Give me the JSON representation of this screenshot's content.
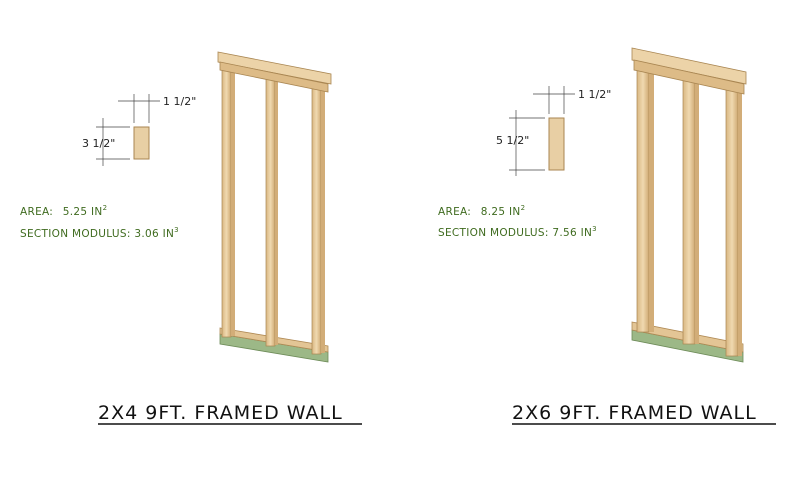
{
  "panels": [
    {
      "dims": {
        "width": "1 1/2\"",
        "depth": "3 1/2\""
      },
      "area": {
        "label": "AREA:",
        "value": "5.25 IN",
        "exp": "2"
      },
      "modulus": {
        "label": "SECTION MODULUS:",
        "value": "3.06 IN",
        "exp": "3"
      },
      "title": "2X4 9FT. FRAMED WALL"
    },
    {
      "dims": {
        "width": "1 1/2\"",
        "depth": "5 1/2\""
      },
      "area": {
        "label": "AREA:",
        "value": "8.25 IN",
        "exp": "2"
      },
      "modulus": {
        "label": "SECTION MODULUS:",
        "value": "7.56 IN",
        "exp": "3"
      },
      "title": "2X6 9FT. FRAMED WALL"
    }
  ],
  "colors": {
    "wood": "#e9cfa3",
    "wood_dark": "#c9a26b",
    "sill": "#9cb887",
    "label": "#3f6b1f"
  }
}
